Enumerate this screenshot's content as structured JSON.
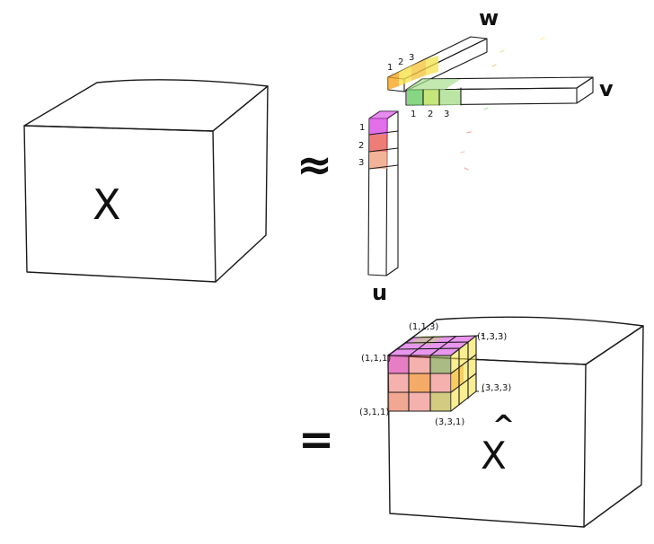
{
  "tensor": {
    "label": "X"
  },
  "approx_symbol": "≈",
  "equals_symbol": "=",
  "vectors": {
    "u": {
      "label": "u",
      "indices": [
        "1",
        "2",
        "3"
      ]
    },
    "v": {
      "label": "v",
      "indices": [
        "1",
        "2",
        "3"
      ]
    },
    "w": {
      "label": "w",
      "indices": [
        "1",
        "2",
        "3"
      ]
    }
  },
  "reconstruction": {
    "label": "X",
    "hat": "^",
    "corner_labels": {
      "c113": "(1,1,3)",
      "c133": "(1,3,3)",
      "c111": "(1,1,1)",
      "c333": "(3,3,3)",
      "c311": "(3,1,1)",
      "c331": "(3,3,1)"
    }
  },
  "colors": {
    "magenta": "#d63fe0",
    "red": "#e8524a",
    "salmon": "#f0a080",
    "orange": "#f5a623",
    "yellow": "#f7e14a",
    "lime": "#b7e05a",
    "green": "#5fc85a",
    "light_green": "#a9df8f"
  }
}
